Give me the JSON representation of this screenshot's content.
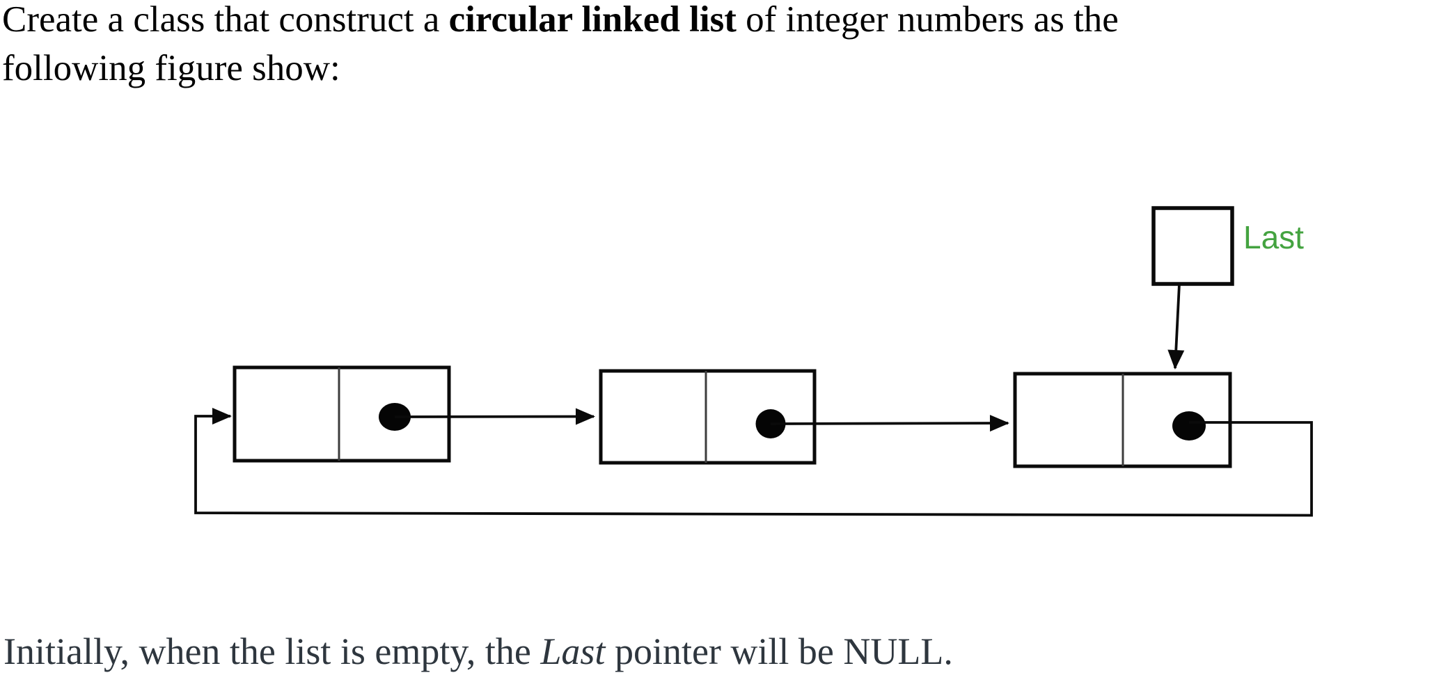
{
  "page": {
    "background_color": "#ffffff",
    "type": "exercise-document"
  },
  "intro": {
    "line1_normal1": "Create a class that construct a ",
    "line1_bold": "circular linked list",
    "line1_normal2": " of integer numbers as the",
    "line2": "following figure show:",
    "text_color": "#010101"
  },
  "diagram": {
    "kind": "circular-linked-list-figure",
    "last_label": "Last",
    "last_label_color": "#44a340",
    "stroke_color": "#0a0a0a",
    "node_count": 3,
    "nodes": [
      {
        "name": "node-1",
        "data_field": "",
        "pointer_field": "dot"
      },
      {
        "name": "node-2",
        "data_field": "",
        "pointer_field": "dot"
      },
      {
        "name": "node-3",
        "data_field": "",
        "pointer_field": "dot"
      }
    ]
  },
  "outro": {
    "normal1": "Initially, when the list is empty, the ",
    "italic": "Last",
    "normal2": " pointer will be NULL.",
    "text_color": "#2e363e"
  }
}
